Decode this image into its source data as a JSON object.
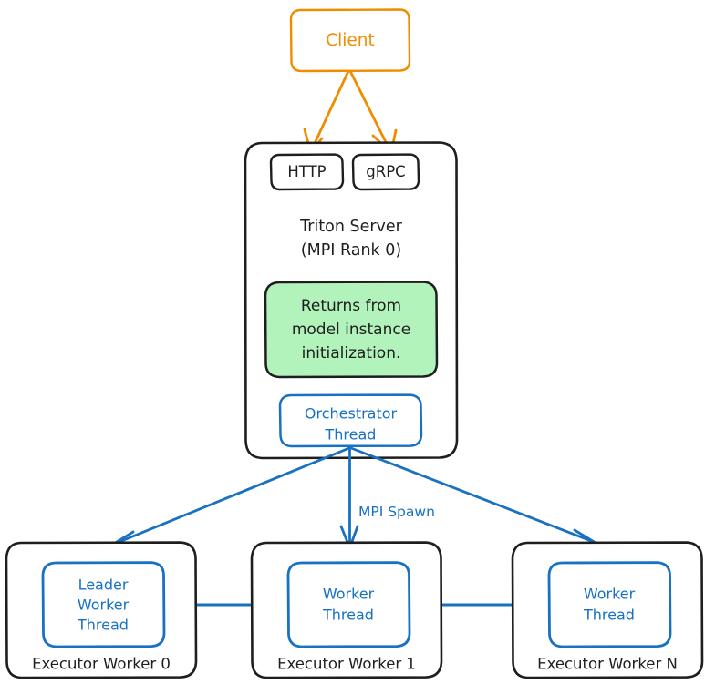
{
  "diagram": {
    "title": "Triton Server MPI Orchestration Flow",
    "type": "architecture-flow-diagram",
    "style": "hand-drawn",
    "background": "#ffffff",
    "colors": {
      "orange": "#f08c00",
      "blue": "#1971c2",
      "black": "#1e1e1e",
      "green_fill": "#b2f2bb",
      "white_fill": "#ffffff"
    }
  },
  "nodes": {
    "client": {
      "label": "Client",
      "stroke": "#f08c00",
      "text_color": "#f08c00",
      "fill": "#ffffff"
    },
    "triton_container": {
      "label_line1": "Triton Server",
      "label_line2": "(MPI Rank 0)",
      "stroke": "#1e1e1e",
      "text_color": "#1e1e1e",
      "fill": "#ffffff"
    },
    "http": {
      "label": "HTTP",
      "stroke": "#1e1e1e",
      "text_color": "#1e1e1e",
      "fill": "#ffffff"
    },
    "grpc": {
      "label": "gRPC",
      "stroke": "#1e1e1e",
      "text_color": "#1e1e1e",
      "fill": "#ffffff"
    },
    "returns_note": {
      "line1": "Returns from",
      "line2": "model instance",
      "line3": "initialization.",
      "stroke": "#1e1e1e",
      "text_color": "#1e1e1e",
      "fill": "#b2f2bb"
    },
    "orchestrator_thread": {
      "line1": "Orchestrator",
      "line2": "Thread",
      "stroke": "#1971c2",
      "text_color": "#1971c2",
      "fill": "#ffffff"
    },
    "executor_worker_0": {
      "outer_label": "Executor Worker 0",
      "inner_line1": "Leader",
      "inner_line2": "Worker",
      "inner_line3": "Thread",
      "outer_stroke": "#1e1e1e",
      "inner_stroke": "#1971c2",
      "inner_text_color": "#1971c2"
    },
    "executor_worker_1": {
      "outer_label": "Executor Worker 1",
      "inner_line1": "Worker",
      "inner_line2": "Thread",
      "outer_stroke": "#1e1e1e",
      "inner_stroke": "#1971c2",
      "inner_text_color": "#1971c2"
    },
    "executor_worker_n": {
      "outer_label": "Executor Worker N",
      "inner_line1": "Worker",
      "inner_line2": "Thread",
      "outer_stroke": "#1e1e1e",
      "inner_stroke": "#1971c2",
      "inner_text_color": "#1971c2"
    }
  },
  "edges": {
    "client_to_http": {
      "color": "#f08c00",
      "arrow": true
    },
    "client_to_grpc": {
      "color": "#f08c00",
      "arrow": true
    },
    "orchestrator_to_worker0": {
      "color": "#1971c2",
      "arrow": true
    },
    "orchestrator_to_worker1": {
      "color": "#1971c2",
      "arrow": true,
      "label": "MPI Spawn"
    },
    "orchestrator_to_workern": {
      "color": "#1971c2",
      "arrow": true
    },
    "worker0_to_worker1": {
      "color": "#1971c2",
      "arrow": false
    },
    "worker1_to_workern": {
      "color": "#1971c2",
      "arrow": false
    }
  },
  "labels": {
    "mpi_spawn": "MPI Spawn"
  }
}
